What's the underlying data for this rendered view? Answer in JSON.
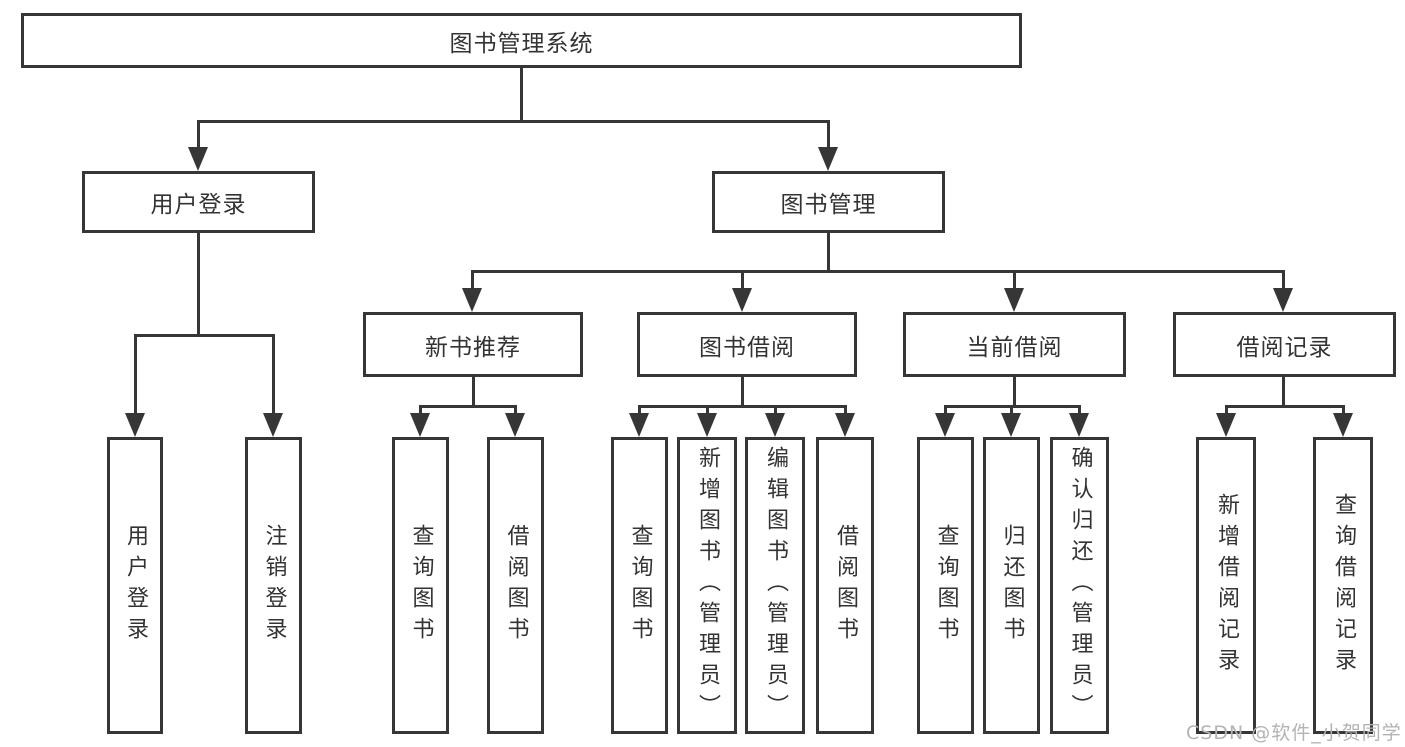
{
  "diagram": {
    "root": {
      "label": "图书管理系统"
    },
    "level2": [
      {
        "label": "用户登录",
        "children": [
          {
            "label": "用户登录"
          },
          {
            "label": "注销登录"
          }
        ]
      },
      {
        "label": "图书管理",
        "children": [
          {
            "label": "新书推荐",
            "children": [
              {
                "label": "查询图书"
              },
              {
                "label": "借阅图书"
              }
            ]
          },
          {
            "label": "图书借阅",
            "children": [
              {
                "label": "查询图书"
              },
              {
                "label": "新增图书（管理员）"
              },
              {
                "label": "编辑图书（管理员）"
              },
              {
                "label": "借阅图书"
              }
            ]
          },
          {
            "label": "当前借阅",
            "children": [
              {
                "label": "查询图书"
              },
              {
                "label": "归还图书"
              },
              {
                "label": "确认归还（管理员）"
              }
            ]
          },
          {
            "label": "借阅记录",
            "children": [
              {
                "label": "新增借阅记录"
              },
              {
                "label": "查询借阅记录"
              }
            ]
          }
        ]
      }
    ]
  },
  "watermark": {
    "text": "CSDN @软件_小贺同学"
  },
  "colors": {
    "line": "#363636",
    "text": "#333333",
    "watermark_text": "#b3b3b3",
    "background": "#ffffff"
  }
}
